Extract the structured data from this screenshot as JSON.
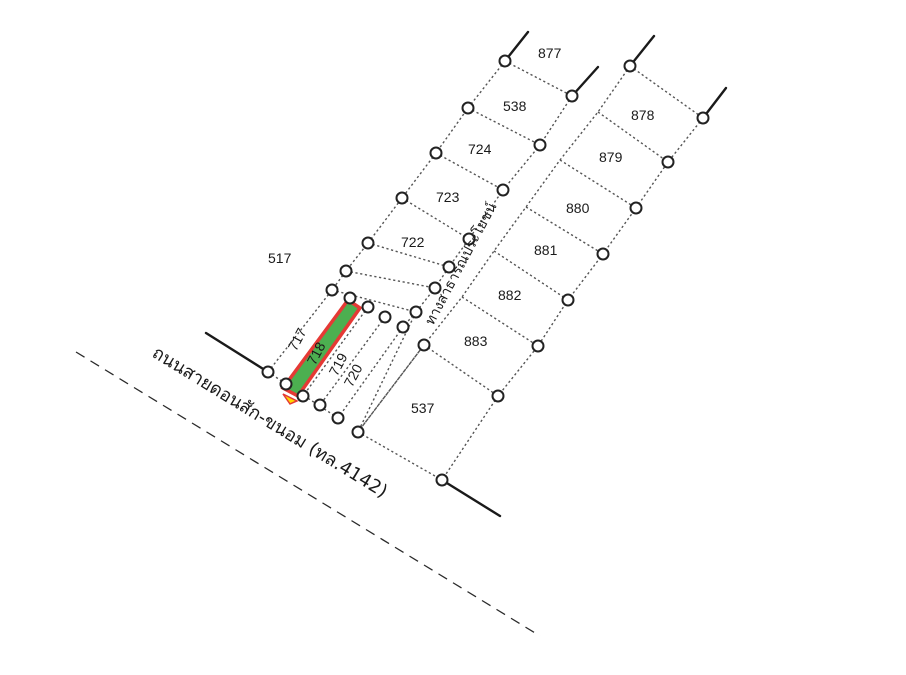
{
  "plots": {
    "p877": "877",
    "p538": "538",
    "p878": "878",
    "p724": "724",
    "p879": "879",
    "p723": "723",
    "p880": "880",
    "p722": "722",
    "p881": "881",
    "p517": "517",
    "p882": "882",
    "p717": "717",
    "p718": "718",
    "p883": "883",
    "p719": "719",
    "p720": "720",
    "p537": "537"
  },
  "road_label": "ถนนสายดอนสัก-ขนอม (ทล.4142)",
  "lane_label": "ทางสาธารณประโยชน์",
  "highlight_plot": "718",
  "colors": {
    "highlight_fill": "#4caf50",
    "highlight_border": "#e53935",
    "marker": "#ffd600"
  }
}
